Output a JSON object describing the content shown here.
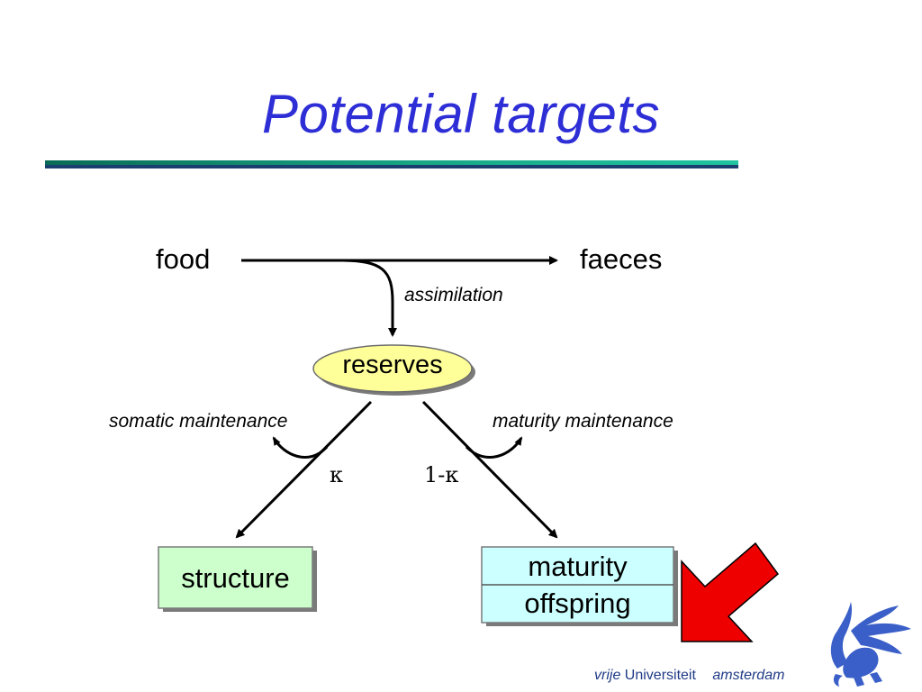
{
  "title": "Potential targets",
  "diagram": {
    "food": "food",
    "faeces": "faeces",
    "assimilation": "assimilation",
    "reserves": "reserves",
    "somatic_maintenance": "somatic maintenance",
    "maturity_maintenance": "maturity maintenance",
    "kappa": "κ",
    "one_minus_kappa": "1-κ",
    "structure": "structure",
    "maturity": "maturity",
    "offspring": "offspring"
  },
  "branding": {
    "vrije": "vrije",
    "universiteit": "Universiteit",
    "amsterdam": "amsterdam"
  },
  "colors": {
    "title": "#2e2ed6",
    "reserves_fill": "#ffff99",
    "structure_fill": "#ccffcc",
    "maturity_fill": "#ccffff",
    "arrow_red": "#ee0000",
    "logo_blue": "#3a5fc8"
  }
}
